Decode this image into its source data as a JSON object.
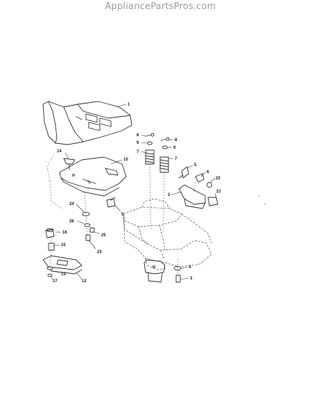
{
  "watermark": "AppliancePartsPros.com",
  "callouts": [
    {
      "id": "ref-1",
      "label": "1"
    },
    {
      "id": "ref-8a",
      "label": "8"
    },
    {
      "id": "ref-9a",
      "label": "9"
    },
    {
      "id": "ref-7a",
      "label": "7"
    },
    {
      "id": "ref-8b",
      "label": "8"
    },
    {
      "id": "ref-9b",
      "label": "9"
    },
    {
      "id": "ref-7b",
      "label": "7"
    },
    {
      "id": "ref-14",
      "label": "14"
    },
    {
      "id": "ref-10",
      "label": "10"
    },
    {
      "id": "ref-5a",
      "label": "5"
    },
    {
      "id": "ref-6",
      "label": "6"
    },
    {
      "id": "ref-22",
      "label": "22"
    },
    {
      "id": "ref-2",
      "label": "2"
    },
    {
      "id": "ref-21",
      "label": "21"
    },
    {
      "id": "ref-24",
      "label": "24"
    },
    {
      "id": "ref-5b",
      "label": "5"
    },
    {
      "id": "ref-26",
      "label": "26"
    },
    {
      "id": "ref-25",
      "label": "25"
    },
    {
      "id": "ref-16",
      "label": "16"
    },
    {
      "id": "ref-15",
      "label": "15"
    },
    {
      "id": "ref-23",
      "label": "23"
    },
    {
      "id": "ref-13",
      "label": "13"
    },
    {
      "id": "ref-17",
      "label": "17"
    },
    {
      "id": "ref-12",
      "label": "12"
    },
    {
      "id": "ref-4",
      "label": "4"
    },
    {
      "id": "ref-3",
      "label": "3"
    }
  ]
}
